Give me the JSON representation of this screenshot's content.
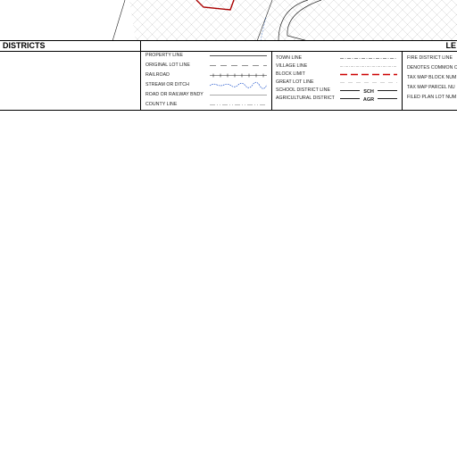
{
  "legend": {
    "districts_heading": "DISTRICTS",
    "right_heading": "LE",
    "column1": [
      {
        "label": "PROPERTY LINE",
        "symbol": "property-line"
      },
      {
        "label": "ORIGINAL LOT LINE",
        "symbol": "original-lot-line"
      },
      {
        "label": "RAILROAD",
        "symbol": "railroad"
      },
      {
        "label": "STREAM OR DITCH",
        "symbol": "stream"
      },
      {
        "label": "ROAD OR RAILWAY BNDY",
        "symbol": "road-bndy"
      },
      {
        "label": "COUNTY LINE",
        "symbol": "county-line"
      }
    ],
    "column2": [
      {
        "label": "TOWN LINE",
        "symbol": "town-line"
      },
      {
        "label": "VILLAGE LINE",
        "symbol": "village-line"
      },
      {
        "label": "BLOCK LIMIT",
        "symbol": "block-limit"
      },
      {
        "label": "GREAT LOT LINE",
        "symbol": "great-lot-line"
      },
      {
        "label": "SCHOOL DISTRICT LINE",
        "symbol": "school-line",
        "tag": "SCH"
      },
      {
        "label": "AGRICULTURAL DISTRICT",
        "symbol": "agr-line",
        "tag": "AGR"
      }
    ],
    "column3": [
      {
        "label": "FIRE DISTRICT LINE"
      },
      {
        "label": "DENOTES COMMON O"
      },
      {
        "label": "TAX MAP BLOCK NUM"
      },
      {
        "label": "TAX MAP PARCEL NU"
      },
      {
        "label": "FILED PLAN LOT NUM"
      }
    ]
  },
  "colors": {
    "line": "#222222",
    "block_limit": "#cc0000",
    "stream": "#2255cc",
    "parcel": "#aa0000"
  }
}
